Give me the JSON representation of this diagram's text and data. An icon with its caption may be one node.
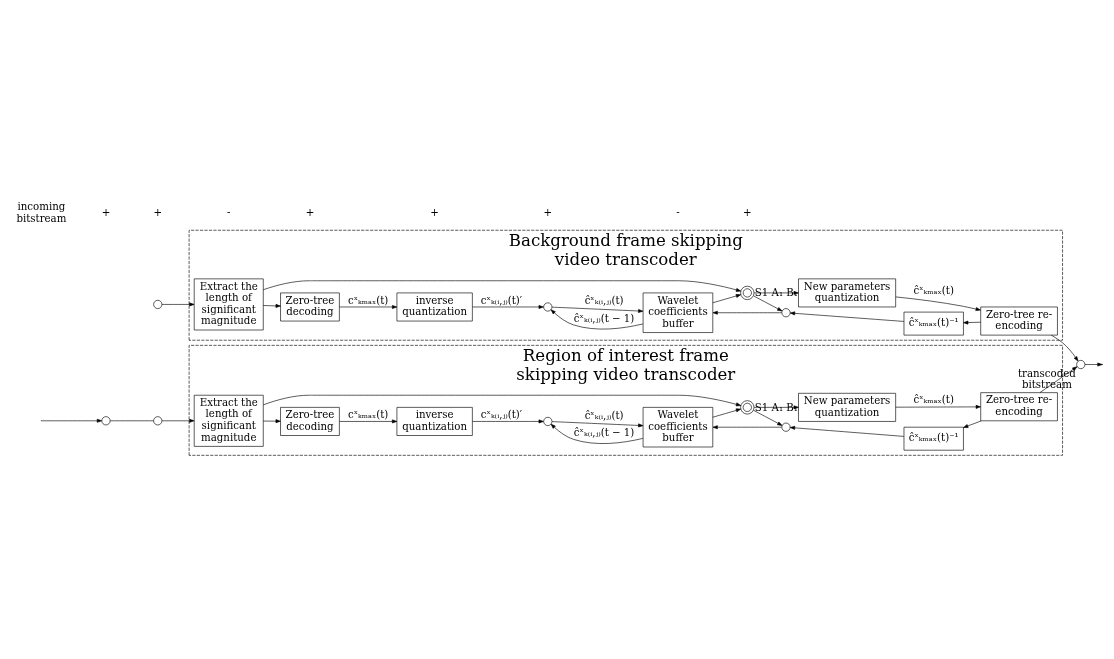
{
  "diagram": {
    "nodes": [
      {
        "text": [
          "Region of interest frame skipping video transcoder"
        ]
      },
      {
        "text": [
          "Extract the length of significant magnitude"
        ],
        "in": 0
      },
      {
        "text": [
          "Zero-tree decoding"
        ],
        "in": 0
      },
      {
        "text": [
          "inverse quantization"
        ],
        "in": 0
      },
      {
        "text": [],
        "shape": "circle",
        "in": 0
      },
      {
        "text": [
          "Wavelet coefficients buffer"
        ],
        "in": 0
      },
      {
        "text": [],
        "shape": "switch",
        "in": 0,
        "beside": [
          "S1",
          "A₁",
          "B₁"
        ]
      },
      {
        "text": [],
        "shape": "circle",
        "in": 0
      },
      {
        "text": [
          "New parameters quantization"
        ],
        "in": 0
      },
      {
        "text": [
          "Zero-tree re-encoding"
        ],
        "in": 0
      },
      {
        "text": [
          "ĉˣₖₘₐₓ(t)⁻¹"
        ],
        "in": 0
      },
      {
        "text": [
          "Background frame skipping video transcoder"
        ]
      },
      {
        "text": [
          "Extract the length of significant magnitude"
        ],
        "in": 11
      },
      {
        "text": [
          "Zero-tree decoding"
        ],
        "in": 11
      },
      {
        "text": [
          "inverse quantization"
        ],
        "in": 11
      },
      {
        "text": [],
        "shape": "circle",
        "in": 11
      },
      {
        "text": [
          "Wavelet coefficients buffer"
        ],
        "in": 11
      },
      {
        "text": [],
        "shape": "switch",
        "in": 11,
        "beside": [
          "S1",
          "A₁",
          "B₁"
        ]
      },
      {
        "text": [],
        "shape": "circle",
        "in": 11
      },
      {
        "text": [
          "New parameters quantization"
        ],
        "in": 11
      },
      {
        "text": [
          "Zero-tree re-encoding"
        ],
        "in": 11
      },
      {
        "text": [
          "ĉˣₖₘₐₓ(t)⁻¹"
        ],
        "in": 11
      },
      {
        "text": [],
        "shape": "circle"
      },
      {
        "text": [],
        "shape": "circle"
      },
      {
        "text": [],
        "shape": "circle"
      },
      {
        "text": [],
        "shape": "circle",
        "beside": [
          "transcoded bitstream"
        ]
      }
    ],
    "edges": [
      {
        "from": null,
        "to": 22,
        "arrow": "to"
      },
      {
        "from": 22,
        "to": 23,
        "arrow": "none"
      },
      {
        "from": 23,
        "to": 1,
        "arrow": "to"
      },
      {
        "from": 1,
        "to": 2,
        "arrow": "to"
      },
      {
        "from": 2,
        "to": 3,
        "arrow": "to",
        "label": "cˣₖₘₐₓ(t)"
      },
      {
        "from": 3,
        "to": 4,
        "arrow": "to",
        "label": "cˣₖ₍ᵢ,ⱼ₎(t)′"
      },
      {
        "from": 4,
        "to": 5,
        "arrow": "to",
        "label": "ĉˣₖ₍ᵢ,ⱼ₎(t)"
      },
      {
        "from": 5,
        "to": 4,
        "arrow": "to",
        "label": "ĉˣₖ₍ᵢ,ⱼ₎(t − 1)"
      },
      {
        "from": 5,
        "to": 6,
        "arrow": "to"
      },
      {
        "from": 1,
        "to": 6,
        "arrow": "to"
      },
      {
        "from": 6,
        "to": 7,
        "arrow": "to"
      },
      {
        "from": 6,
        "to": 8,
        "arrow": "to"
      },
      {
        "from": 8,
        "to": 9,
        "arrow": "to",
        "label": "ĉˣₖₘₐₓ(t)"
      },
      {
        "from": 9,
        "to": 10,
        "arrow": "to"
      },
      {
        "from": 10,
        "to": 7,
        "arrow": "to"
      },
      {
        "from": 7,
        "to": 5,
        "arrow": "to"
      },
      {
        "from": 9,
        "to": 25,
        "arrow": "to"
      },
      {
        "from": 24,
        "to": 12,
        "arrow": "to"
      },
      {
        "from": 12,
        "to": 13,
        "arrow": "to"
      },
      {
        "from": 13,
        "to": 14,
        "arrow": "to",
        "label": "cˣₖₘₐₓ(t)"
      },
      {
        "from": 14,
        "to": 15,
        "arrow": "to",
        "label": "cˣₖ₍ᵢ,ⱼ₎(t)′"
      },
      {
        "from": 15,
        "to": 16,
        "arrow": "to",
        "label": "ĉˣₖ₍ᵢ,ⱼ₎(t)"
      },
      {
        "from": 16,
        "to": 15,
        "arrow": "to",
        "label": "ĉˣₖ₍ᵢ,ⱼ₎(t − 1)"
      },
      {
        "from": 16,
        "to": 17,
        "arrow": "to"
      },
      {
        "from": 12,
        "to": 17,
        "arrow": "to"
      },
      {
        "from": 17,
        "to": 18,
        "arrow": "to"
      },
      {
        "from": 17,
        "to": 19,
        "arrow": "to"
      },
      {
        "from": 19,
        "to": 20,
        "arrow": "to",
        "label": "ĉˣₖₘₐₓ(t)"
      },
      {
        "from": 20,
        "to": 21,
        "arrow": "to"
      },
      {
        "from": 21,
        "to": 18,
        "arrow": "to"
      },
      {
        "from": 18,
        "to": 16,
        "arrow": "to"
      },
      {
        "from": 20,
        "to": 25,
        "arrow": "to"
      },
      {
        "from": 25,
        "to": null,
        "arrow": "to"
      }
    ],
    "labels": [
      "incoming bitstream",
      "+",
      "+",
      "-",
      "+",
      "+",
      "+",
      "-",
      "+"
    ]
  }
}
